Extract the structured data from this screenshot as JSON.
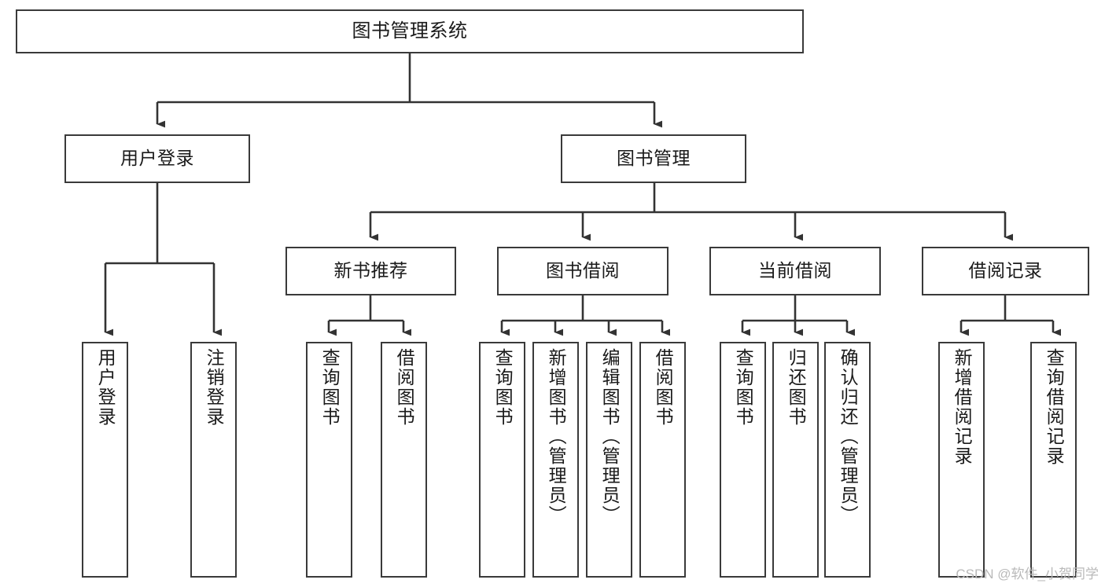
{
  "diagram": {
    "title": "图书管理系统",
    "type": "tree",
    "levels": 4,
    "colors": {
      "node_border": "#3a3a3a",
      "node_fill": "#ffffff",
      "edge": "#333333",
      "text": "#1a1a1a",
      "watermark": "#b9b9b9",
      "background": "#ffffff"
    },
    "nodes": {
      "root": {
        "label": "图书管理系统",
        "orientation": "horizontal"
      },
      "level2": [
        {
          "label": "用户登录",
          "orientation": "horizontal"
        },
        {
          "label": "图书管理",
          "orientation": "horizontal"
        }
      ],
      "level3": [
        {
          "label": "新书推荐",
          "orientation": "horizontal"
        },
        {
          "label": "图书借阅",
          "orientation": "horizontal"
        },
        {
          "label": "当前借阅",
          "orientation": "horizontal"
        },
        {
          "label": "借阅记录",
          "orientation": "horizontal"
        }
      ],
      "leaves_user_login": [
        {
          "label": "用户登录",
          "orientation": "vertical"
        },
        {
          "label": "注销登录",
          "orientation": "vertical"
        }
      ],
      "leaves_new_book": [
        {
          "label": "查询图书",
          "orientation": "vertical"
        },
        {
          "label": "借阅图书",
          "orientation": "vertical"
        }
      ],
      "leaves_borrow": [
        {
          "label": "查询图书",
          "orientation": "vertical"
        },
        {
          "label": "新增图书（管理员）",
          "orientation": "vertical"
        },
        {
          "label": "编辑图书（管理员）",
          "orientation": "vertical"
        },
        {
          "label": "借阅图书",
          "orientation": "vertical"
        }
      ],
      "leaves_current": [
        {
          "label": "查询图书",
          "orientation": "vertical"
        },
        {
          "label": "归还图书",
          "orientation": "vertical"
        },
        {
          "label": "确认归还（管理员）",
          "orientation": "vertical"
        }
      ],
      "leaves_records": [
        {
          "label": "新增借阅记录",
          "orientation": "vertical"
        },
        {
          "label": "查询借阅记录",
          "orientation": "vertical"
        }
      ]
    },
    "watermark": "CSDN @软件_小贺同学"
  }
}
